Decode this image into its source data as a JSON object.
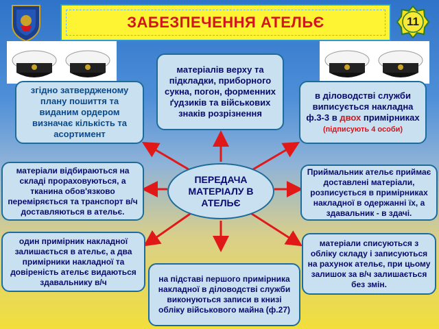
{
  "title": "ЗАБЕЗПЕЧЕННЯ АТЕЛЬЄ",
  "page_number": "11",
  "center": [
    "ПЕРЕДАЧА",
    "МАТЕРІАЛУ В",
    "АТЕЛЬЄ"
  ],
  "boxes": {
    "top_center": "матеріалів верху та підкладки, приборного сукна, погон, форменних ґудзиків та військових знаків розрізнення",
    "top_left": "згідно затвердженому плану пошиття та виданим ордером визначає кількість та асортимент",
    "top_right_main": "в діловодстві служби виписується накладна ф.3-3 в ",
    "top_right_red": "двох",
    "top_right_end": " примірниках",
    "top_right_note": "(підписують 4 особи)",
    "mid_left": "матеріали відбираються на складі прораховуються, а тканина обов'язково переміряється та транспорт в/ч доставляються в ательє.",
    "mid_right": "Приймальник ательє приймає доставлені матеріали, розписується в примірниках накладної в одержанні їх, а здавальник - в здачі.",
    "bottom_left": "один примірник накладної залишається в ательє, а два примірники накладної та довіреність ательє видаються здавальнику в/ч",
    "bottom_center": "на підставі першого примірника накладної в діловодстві служби виконуються записи в книзі обліку військового майна (ф.27)",
    "bottom_right": "матеріали списуються з обліку складу і записуються на рахунок ательє, при цьому залишок за в/ч залишається без змін."
  },
  "colors": {
    "title_bg": "#fff433",
    "title_text": "#d4141c",
    "box_bg": "#c8e0ef",
    "box_border": "#1c6b9a",
    "arrow": "#e01818"
  }
}
